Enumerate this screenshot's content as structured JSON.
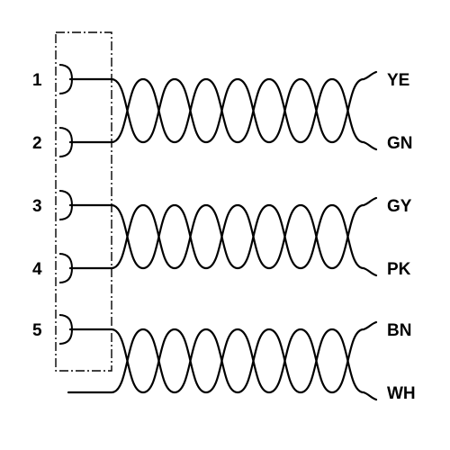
{
  "diagram": {
    "pins": [
      {
        "number": "1"
      },
      {
        "number": "2"
      },
      {
        "number": "3"
      },
      {
        "number": "4"
      },
      {
        "number": "5"
      }
    ],
    "wire_colors": [
      "YE",
      "GN",
      "GY",
      "PK",
      "BN",
      "WH"
    ],
    "pairs": [
      {
        "wires": [
          "YE",
          "GN"
        ],
        "pins": [
          "1",
          "2"
        ]
      },
      {
        "wires": [
          "GY",
          "PK"
        ],
        "pins": [
          "3",
          "4"
        ]
      },
      {
        "wires": [
          "BN",
          "WH"
        ],
        "pins": [
          "5",
          ""
        ]
      }
    ],
    "line_color": "#000000",
    "background_color": "#ffffff"
  }
}
